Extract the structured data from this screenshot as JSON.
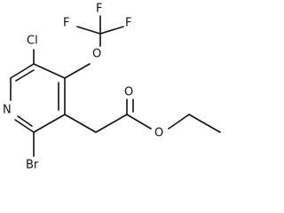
{
  "molecule": {
    "atoms": {
      "f_top_left": "F",
      "f_top_right": "F",
      "f_left": "F",
      "oxygen_ether": "O",
      "chlorine": "Cl",
      "nitrogen": "N",
      "bromine": "Br",
      "oxygen_carbonyl": "O",
      "oxygen_ester": "O"
    }
  }
}
